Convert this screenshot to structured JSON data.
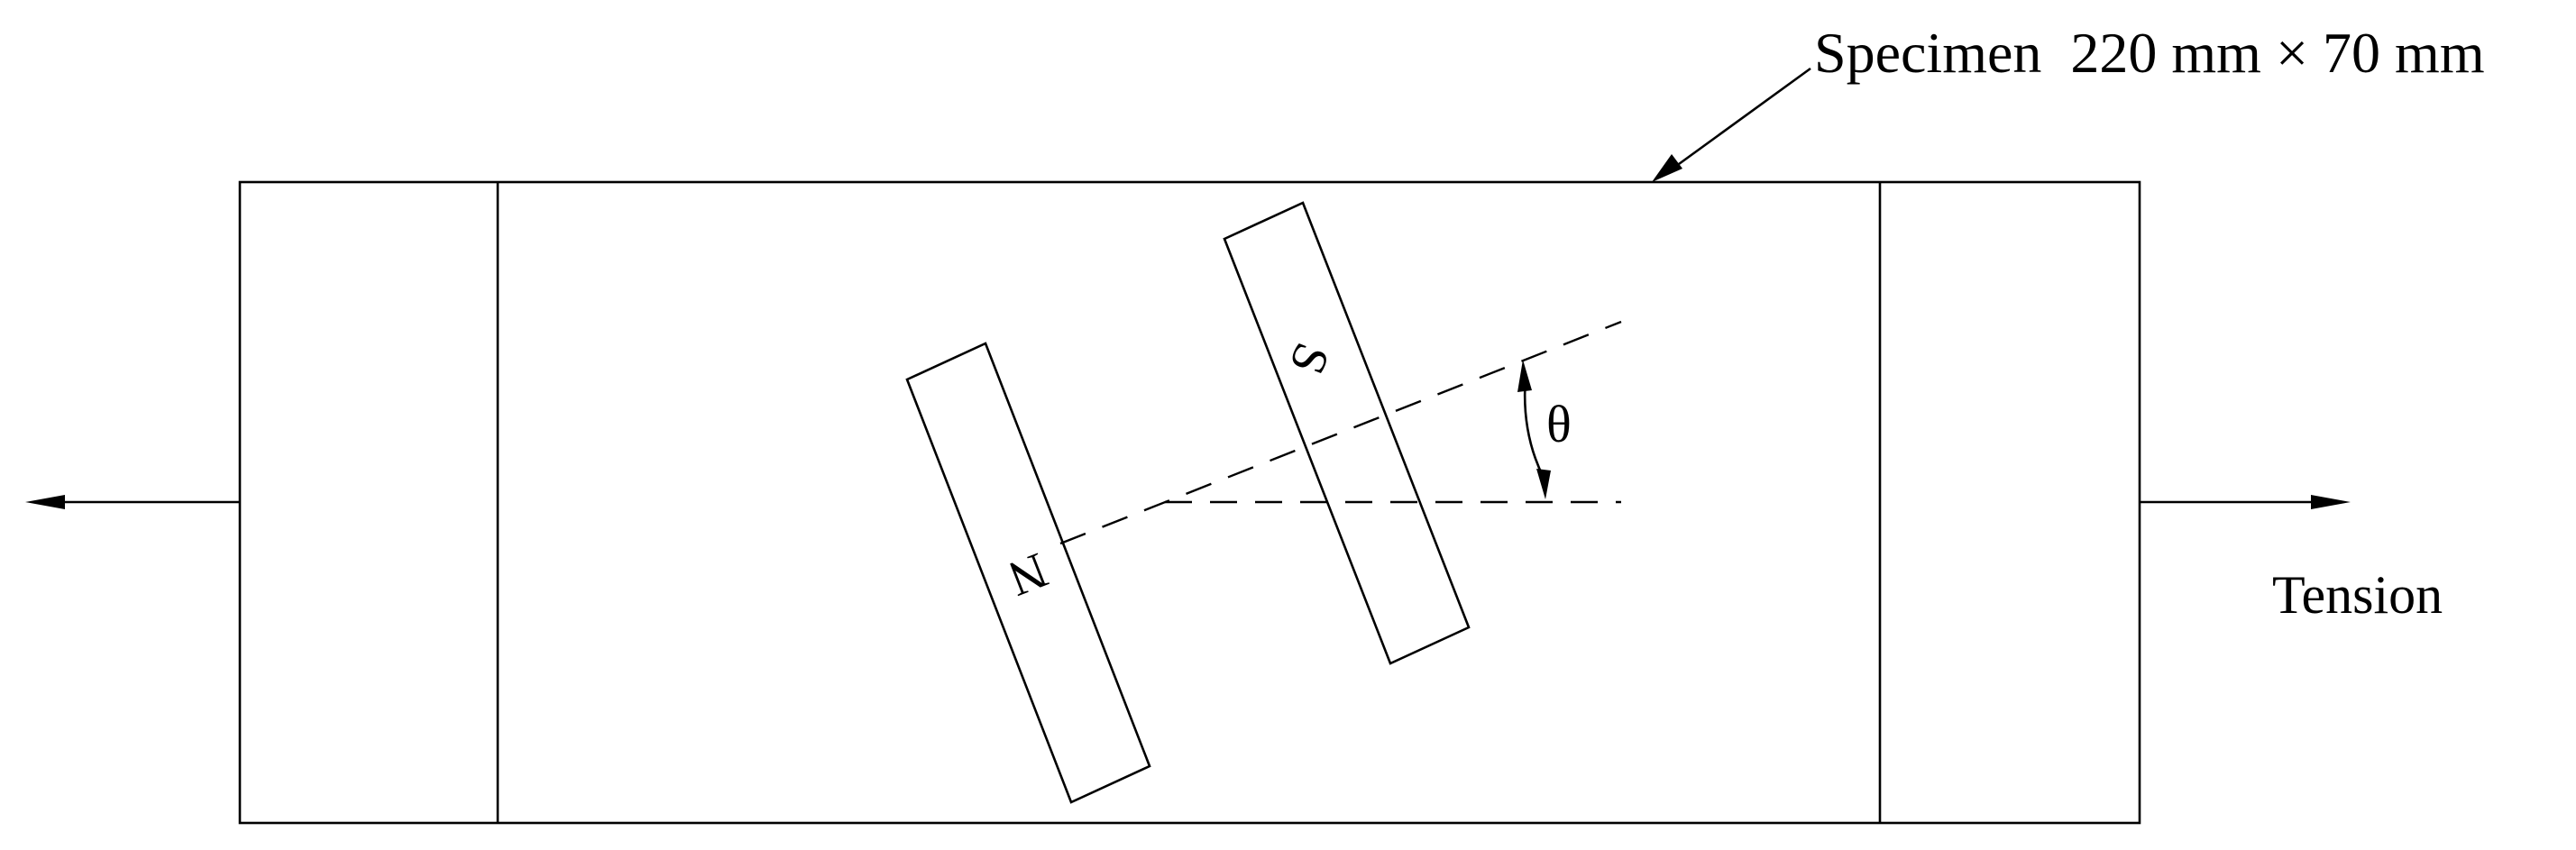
{
  "specimen_label": "Specimen  220 mm × 70 mm",
  "tension_label": "Tension",
  "angle_label": "θ",
  "magnet_north_label": "N",
  "magnet_south_label": "S"
}
